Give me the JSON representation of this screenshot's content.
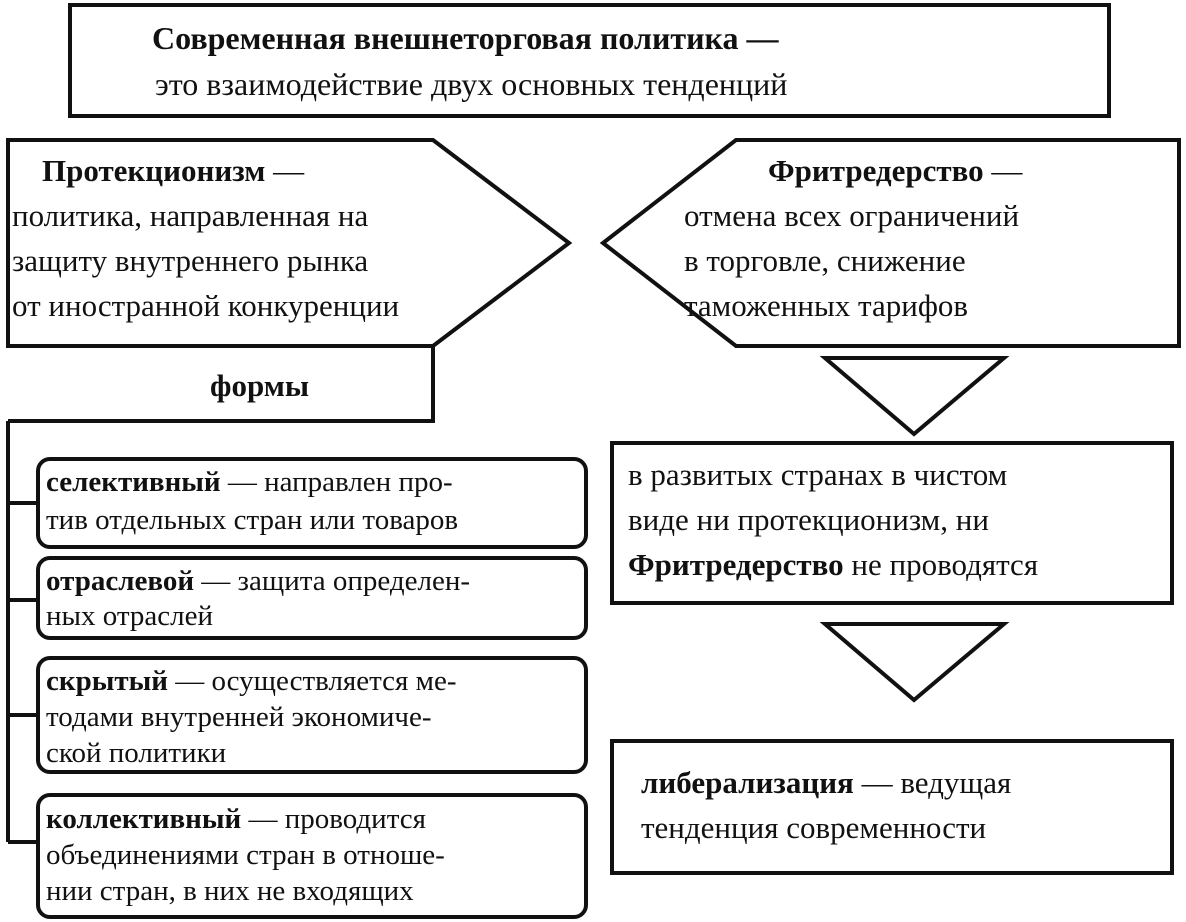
{
  "header": {
    "title": "Современная внешнеторговая политика —",
    "subtitle": "это взаимодействие двух основных тенденций"
  },
  "protectionism": {
    "term": "Протекционизм",
    "dash": " —",
    "lines": [
      "политика, направленная на",
      "защиту внутреннего рынка",
      "от иностранной конкуренции"
    ]
  },
  "freetrade": {
    "term": "Фритредерство",
    "dash": " —",
    "lines": [
      "отмена всех ограничений",
      "в торговле, снижение",
      "таможенных тарифов"
    ]
  },
  "forms_label": "формы",
  "forms": [
    {
      "term": "селективный",
      "rest": " — направлен про-",
      "lines": [
        "тив отдельных стран или товаров"
      ]
    },
    {
      "term": "отраслевой",
      "rest": " — защита определен-",
      "lines": [
        "ных отраслей"
      ]
    },
    {
      "term": "скрытый",
      "rest": " — осуществляется ме-",
      "lines": [
        "тодами внутренней экономиче-",
        "ской политики"
      ]
    },
    {
      "term": "коллективный",
      "rest": " — проводится",
      "lines": [
        "объединениями стран в отноше-",
        "нии стран, в них не входящих"
      ]
    }
  ],
  "developed": {
    "line1": "в развитых странах в чистом",
    "line2": "виде ни протекционизм, ни",
    "term": "Фритредерство",
    "rest": " не проводятся"
  },
  "liberal": {
    "term": "либерализация",
    "rest": " — ведущая",
    "line2": "тенденция современности"
  }
}
